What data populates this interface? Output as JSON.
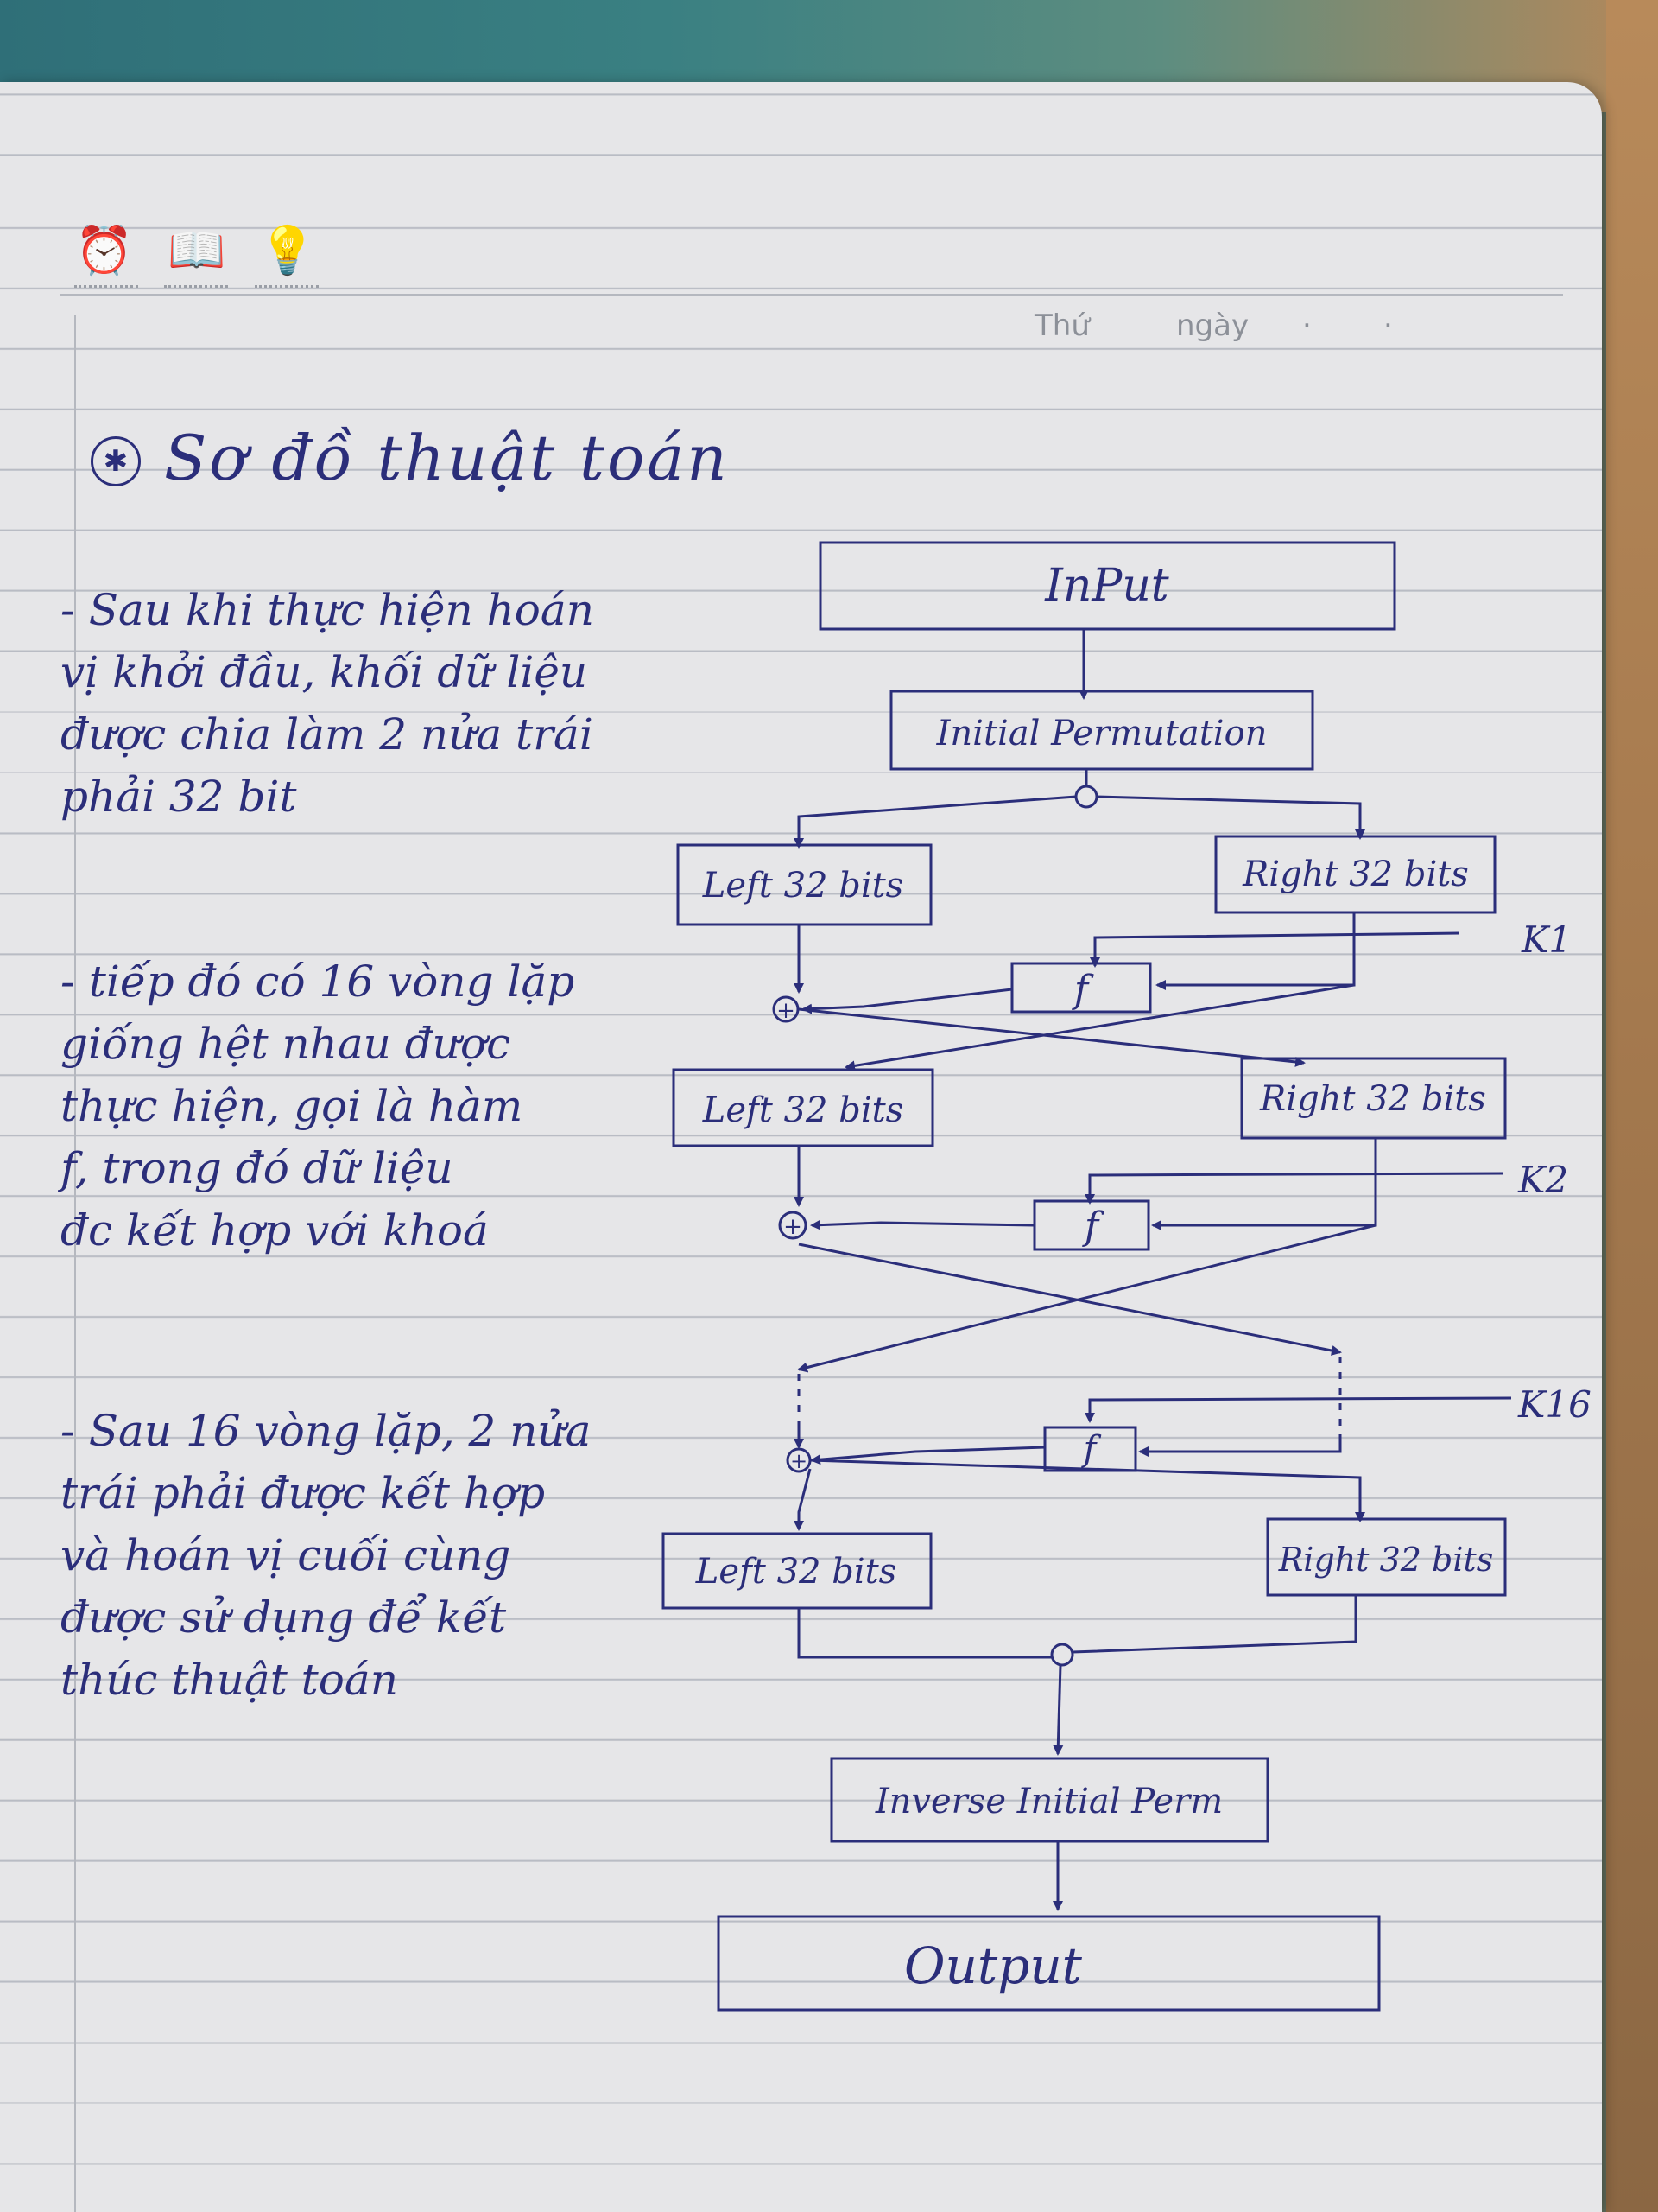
{
  "header": {
    "icons": [
      "alarm-clock-icon",
      "open-book-icon",
      "light-bulb-icon"
    ],
    "day_label": "Thứ",
    "date_label": "ngày"
  },
  "title": "Sơ đồ thuật toán",
  "notes": [
    {
      "lines": [
        "- Sau khi thực hiện hoán",
        "vị khởi đầu, khối dữ liệu",
        "được chia làm 2 nửa trái",
        "phải 32 bit"
      ]
    },
    {
      "lines": [
        "- tiếp đó có 16 vòng lặp",
        "giống hệt nhau được",
        "thực hiện, gọi là hàm",
        "f, trong đó dữ liệu",
        "đc kết hợp với khoá"
      ]
    },
    {
      "lines": [
        "- Sau 16 vòng lặp, 2 nửa",
        "trái phải được kết hợp",
        "và hoán vị cuối cùng",
        "được sử dụng để kết",
        "thúc thuật toán"
      ]
    }
  ],
  "diagram": {
    "input": "InPut",
    "initial_permutation": "Initial Permutation",
    "left_block": "Left 32 bits",
    "right_block": "Right 32 bits",
    "f_label": "f",
    "xor_symbol": "+",
    "keys": [
      "K1",
      "K2",
      "K16"
    ],
    "inverse_permutation": "Inverse Initial Perm",
    "output": "Output"
  },
  "colors": {
    "ink": "#2b2e7a",
    "paper": "#e6e6e8",
    "rule": "#b9bcc4"
  }
}
